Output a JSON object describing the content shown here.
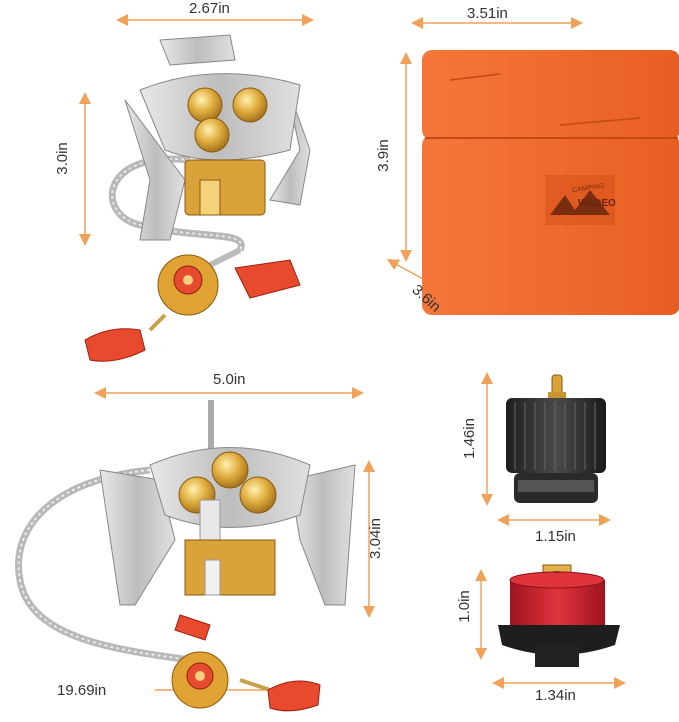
{
  "dimensions": {
    "stove1_width": "2.67in",
    "stove1_height": "3.0in",
    "case_width": "3.51in",
    "case_height": "3.9in",
    "case_depth": "3.6in",
    "stove2_width": "5.0in",
    "stove2_height": "3.04in",
    "hose_length": "19.69in",
    "adapter1_height": "1.46in",
    "adapter1_width": "1.15in",
    "adapter2_height": "1.0in",
    "adapter2_width": "1.34in"
  },
  "case_logo": {
    "top_text": "CAMPING",
    "brand": "WADEO"
  },
  "colors": {
    "dimension_line": "#f0a25a",
    "case_orange": "#f26a2a",
    "brass": "#d9a33a",
    "steel": "#c9c9c9",
    "red_cap": "#e84a2e",
    "adapter_red": "#c4202c",
    "adapter_black": "#2a2a2a"
  }
}
